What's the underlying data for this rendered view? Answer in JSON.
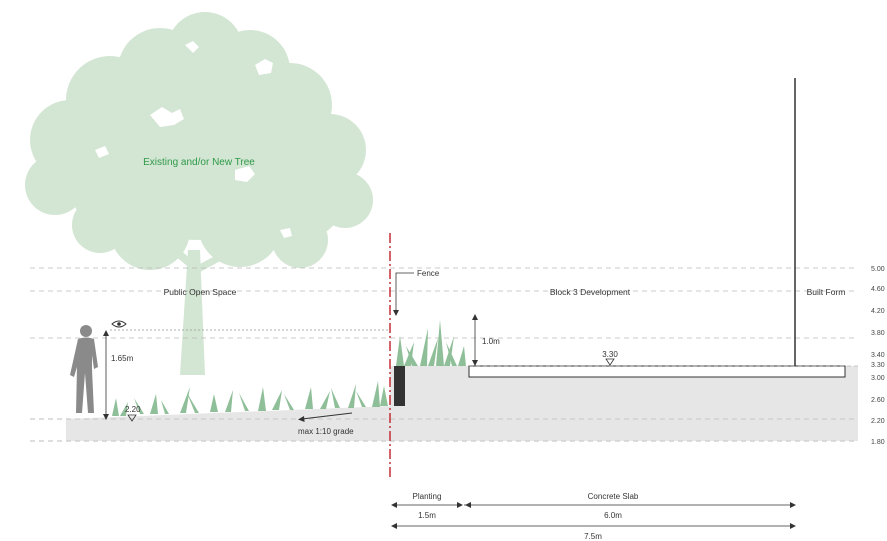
{
  "labels": {
    "tree": "Existing and/or New Tree",
    "public_open_space": "Public Open Space",
    "fence": "Fence",
    "block3": "Block 3 Development",
    "built_form": "Built Form",
    "eye_height": "1.65m",
    "ground_level": "2.20",
    "grade": "max 1:10 grade",
    "planting_height": "1.0m",
    "slab_level": "3.30"
  },
  "levels": [
    "5.00",
    "4.60",
    "4.20",
    "3.80",
    "3.40",
    "3.30",
    "3.00",
    "2.60",
    "2.20",
    "1.80"
  ],
  "dimensions": {
    "planting_label": "Planting",
    "planting_value": "1.5m",
    "slab_label": "Concrete Slab",
    "slab_value": "6.0m",
    "total_value": "7.5m"
  },
  "colors": {
    "tree": "#cfe3cf",
    "tree_label": "#2e9a48",
    "ground": "#e6e6e6",
    "planting": "#7cb587",
    "property_line": "#c0202a",
    "person": "#8a8a8a"
  },
  "icons": {
    "eye": "eye-icon",
    "level_marker": "level-triangle-icon"
  }
}
